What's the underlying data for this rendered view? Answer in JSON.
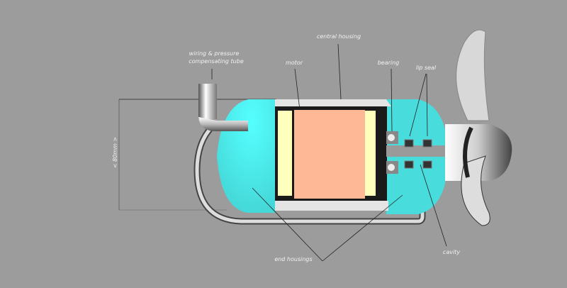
{
  "labels": {
    "central_housing": "central housing",
    "wiring_line1": "wiring & pressure",
    "wiring_line2": "compensating tube",
    "motor": "motor",
    "bearing": "bearing",
    "lip_seal": "lip seal",
    "cavity": "cavity",
    "end_housings": "end housings",
    "dimension": "< 80mm >"
  },
  "colors": {
    "background": "#9c9c9c",
    "end_housing": "#48dcdc",
    "motor_rotor": "#ffb896",
    "motor_winding": "#ffffbe",
    "housing": "#e4e4e4"
  }
}
